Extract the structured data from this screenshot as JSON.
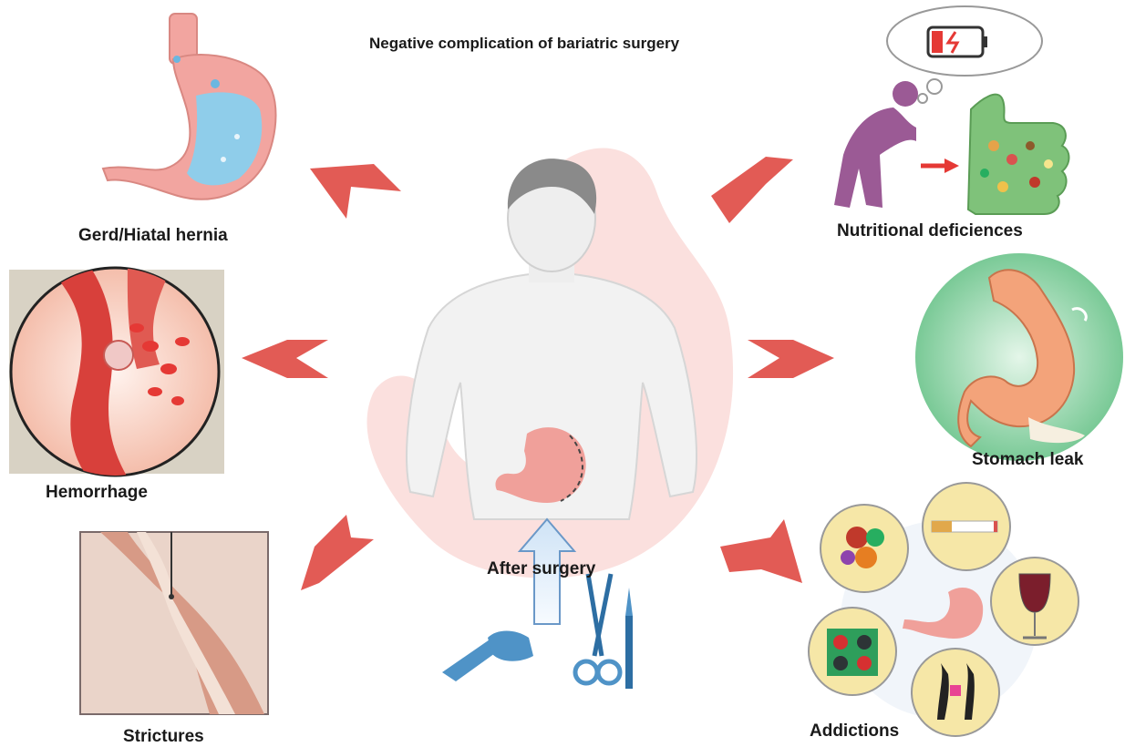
{
  "title": "Negative complication of bariatric surgery",
  "center": {
    "label": "After surgery"
  },
  "complications": {
    "gerd": "Gerd/Hiatal hernia",
    "nutritional": "Nutritional deficiences",
    "hemorrhage": "Hemorrhage",
    "stomach_leak": "Stomach leak",
    "strictures": "Strictures",
    "addictions": "Addictions"
  },
  "colors": {
    "arrow": "#e25b55",
    "stomach": "#f2a5a0",
    "stomach_light": "#f9d3d0",
    "leak_bg": "#86cfa0",
    "addiction_bg": "#f6e7a7",
    "person": "#9b5a95",
    "body": "#eeeeee",
    "tools": "#4f93c7"
  }
}
